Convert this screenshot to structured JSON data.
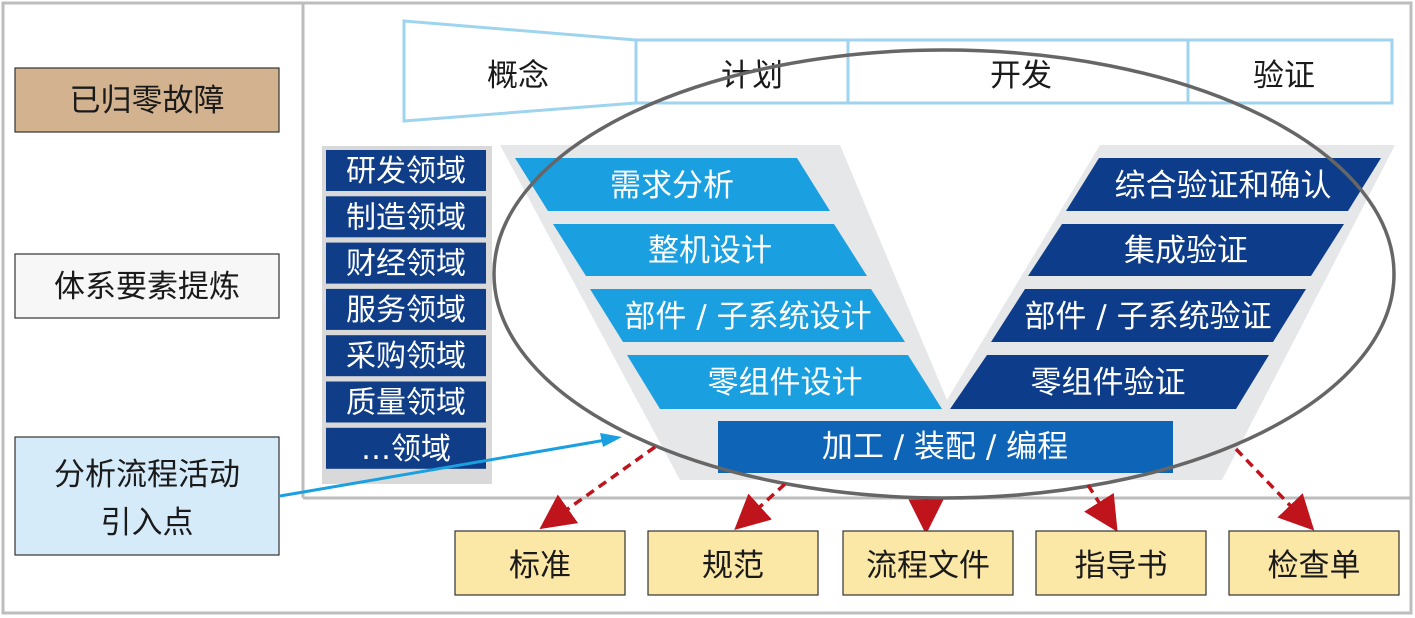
{
  "left_panel": {
    "zeroed_faults": "已归零故障",
    "system_elements": "体系要素提炼",
    "entry_point_line1": "分析流程活动",
    "entry_point_line2": "引入点"
  },
  "phases": [
    "概念",
    "计划",
    "开发",
    "验证"
  ],
  "domains": [
    "研发领域",
    "制造领域",
    "财经领域",
    "服务领域",
    "采购领域",
    "质量领域",
    "…领域"
  ],
  "v_left": [
    "需求分析",
    "整机设计",
    "部件 / 子系统设计",
    "零组件设计"
  ],
  "v_right": [
    "综合验证和确认",
    "集成验证",
    "部件 / 子系统验证",
    "零组件验证"
  ],
  "v_bottom": "加工 / 装配 / 编程",
  "outputs": [
    "标准",
    "规范",
    "流程文件",
    "指导书",
    "检查单"
  ],
  "colors": {
    "light_blue": "#1a9fe0",
    "dark_blue": "#0d3d8a",
    "mid_blue": "#0e64b6",
    "domain_blue": "#0f3d88",
    "v_gray": "#e6e7e9",
    "tan": "#d3b38f",
    "light_box": "#d6ebfa",
    "output_yellow": "#fbe7a6",
    "arrow_red": "#c0141c",
    "arrow_blue": "#1a9fe0",
    "ellipse": "#666666",
    "phase_border": "#9fd4ee"
  }
}
